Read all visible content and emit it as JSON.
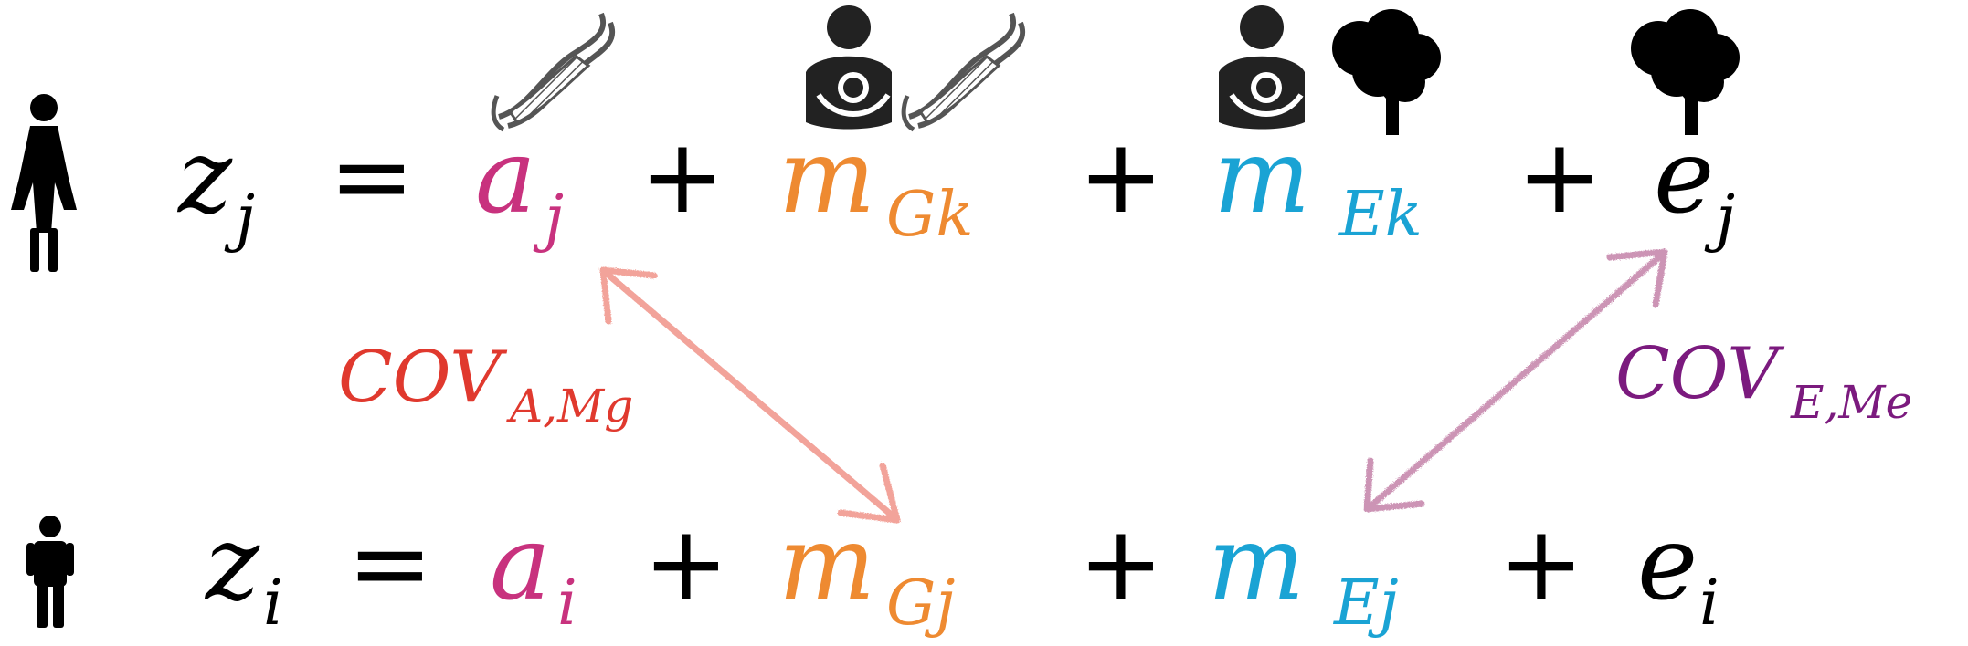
{
  "colors": {
    "black": "#000000",
    "magenta": "#c8327e",
    "orange": "#ee8a31",
    "cyan": "#1aa3d4",
    "red": "#e0392e",
    "purple": "#7b1a7e",
    "salmon_arrow": "#f2a39a",
    "mauve_arrow": "#cc94b5",
    "dna_gray": "#555555"
  },
  "icons": {
    "mother": "woman-icon",
    "child": "boy-icon",
    "dna": "dna-icon",
    "caregiver": "mother-child-icon",
    "environment": "tree-icon"
  },
  "equations": {
    "mother": {
      "lhs": "z",
      "lhs_sub": "j",
      "eq": "=",
      "a": "a",
      "a_sub": "j",
      "plus": "+",
      "mg": "m",
      "mg_sub": "Gk",
      "me": "m",
      "me_sub": "Ek",
      "e": "e",
      "e_sub": "j"
    },
    "child": {
      "lhs": "z",
      "lhs_sub": "i",
      "eq": "=",
      "a": "a",
      "a_sub": "i",
      "plus": "+",
      "mg": "m",
      "mg_sub": "Gj",
      "me": "m",
      "me_sub": "Ej",
      "e": "e",
      "e_sub": "i"
    }
  },
  "covariances": {
    "genetic": {
      "main": "COV",
      "sub": "A,Mg"
    },
    "environmental": {
      "main": "COV",
      "sub": "E,Me"
    }
  }
}
